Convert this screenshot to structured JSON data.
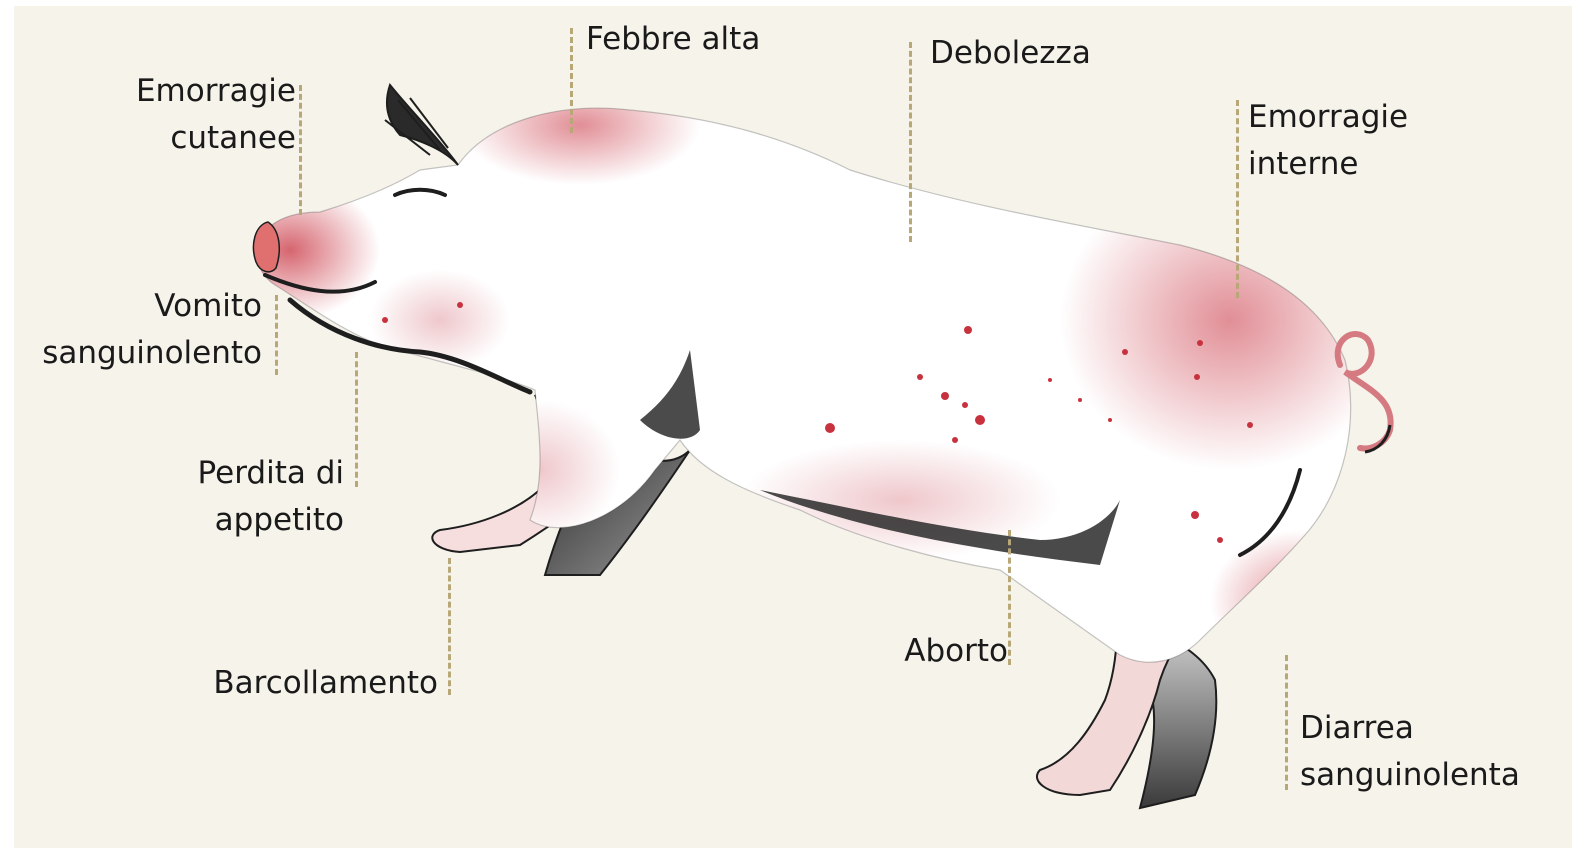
{
  "labels": {
    "emorragie_cutanee": [
      "Emorragie",
      "cutanee"
    ],
    "febbre_alta": [
      "Febbre alta"
    ],
    "debolezza": [
      "Debolezza"
    ],
    "emorragie_interne": [
      "Emorragie",
      "interne"
    ],
    "vomito_sanguinolento": [
      "Vomito",
      "sanguinolento"
    ],
    "perdita_di_appetito": [
      "Perdita di",
      "appetito"
    ],
    "barcollamento": [
      "Barcollamento"
    ],
    "aborto": [
      "Aborto"
    ],
    "diarrea_sanguinolenta": [
      "Diarrea",
      "sanguinolenta"
    ]
  },
  "colors": {
    "background": "#f5f3ea",
    "leader_line": "#b8a878",
    "hemorrhage": "#c8323f",
    "pig_body": "#ffffff",
    "outline": "#1e1e1e"
  },
  "illustration": "pig"
}
